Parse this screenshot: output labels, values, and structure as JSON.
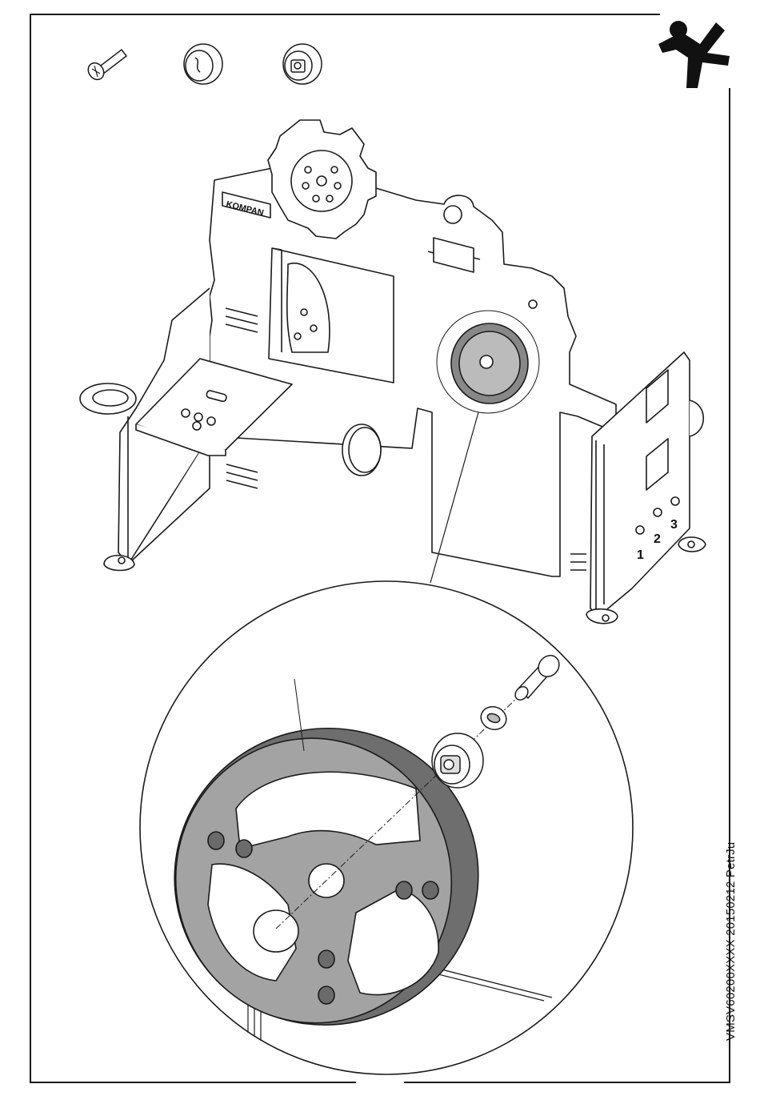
{
  "document": {
    "drawing_code": "VMSV60200XXXX  20150212  PetrJu",
    "brand_on_panel": "KOMPAN",
    "side_numbers": [
      "1",
      "2",
      "3"
    ]
  },
  "icons": [
    "logo-figure-icon",
    "bolt-icon",
    "washer-icon",
    "nut-icon"
  ],
  "colors": {
    "line": "#1a1a1a",
    "wheel_face": "#9a9a9a",
    "wheel_rim": "#5a5a5a",
    "paper": "#ffffff"
  }
}
